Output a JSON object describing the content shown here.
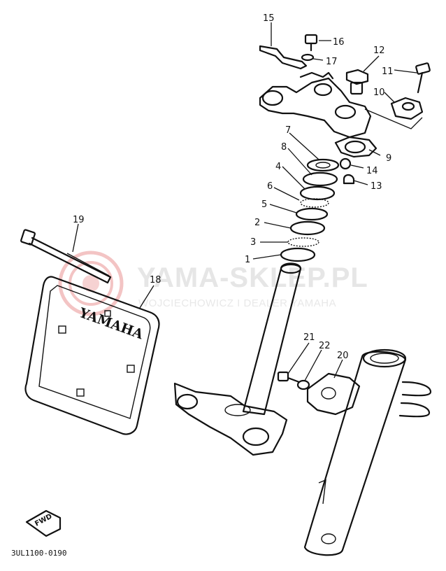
{
  "watermark": {
    "title": "YAMA-SKLEP.PL",
    "subtitle": "WOJCIECHOWICZ I DEALER YAMAHA",
    "logo_color": "#f3b9b9"
  },
  "diagram_code": "3UL1100-0190",
  "fwd_label": "FWD",
  "plate_label": "YAMAHA",
  "callouts": [
    {
      "id": "c1",
      "number": "1"
    },
    {
      "id": "c2",
      "number": "2"
    },
    {
      "id": "c3",
      "number": "3"
    },
    {
      "id": "c4",
      "number": "4"
    },
    {
      "id": "c5",
      "number": "5"
    },
    {
      "id": "c6",
      "number": "6"
    },
    {
      "id": "c7",
      "number": "7"
    },
    {
      "id": "c8",
      "number": "8"
    },
    {
      "id": "c9",
      "number": "9"
    },
    {
      "id": "c10",
      "number": "10"
    },
    {
      "id": "c11",
      "number": "11"
    },
    {
      "id": "c12",
      "number": "12"
    },
    {
      "id": "c13",
      "number": "13"
    },
    {
      "id": "c14",
      "number": "14"
    },
    {
      "id": "c15",
      "number": "15"
    },
    {
      "id": "c16",
      "number": "16"
    },
    {
      "id": "c17",
      "number": "17"
    },
    {
      "id": "c18",
      "number": "18"
    },
    {
      "id": "c19",
      "number": "19"
    },
    {
      "id": "c20",
      "number": "20"
    },
    {
      "id": "c21",
      "number": "21"
    },
    {
      "id": "c22",
      "number": "22"
    }
  ]
}
